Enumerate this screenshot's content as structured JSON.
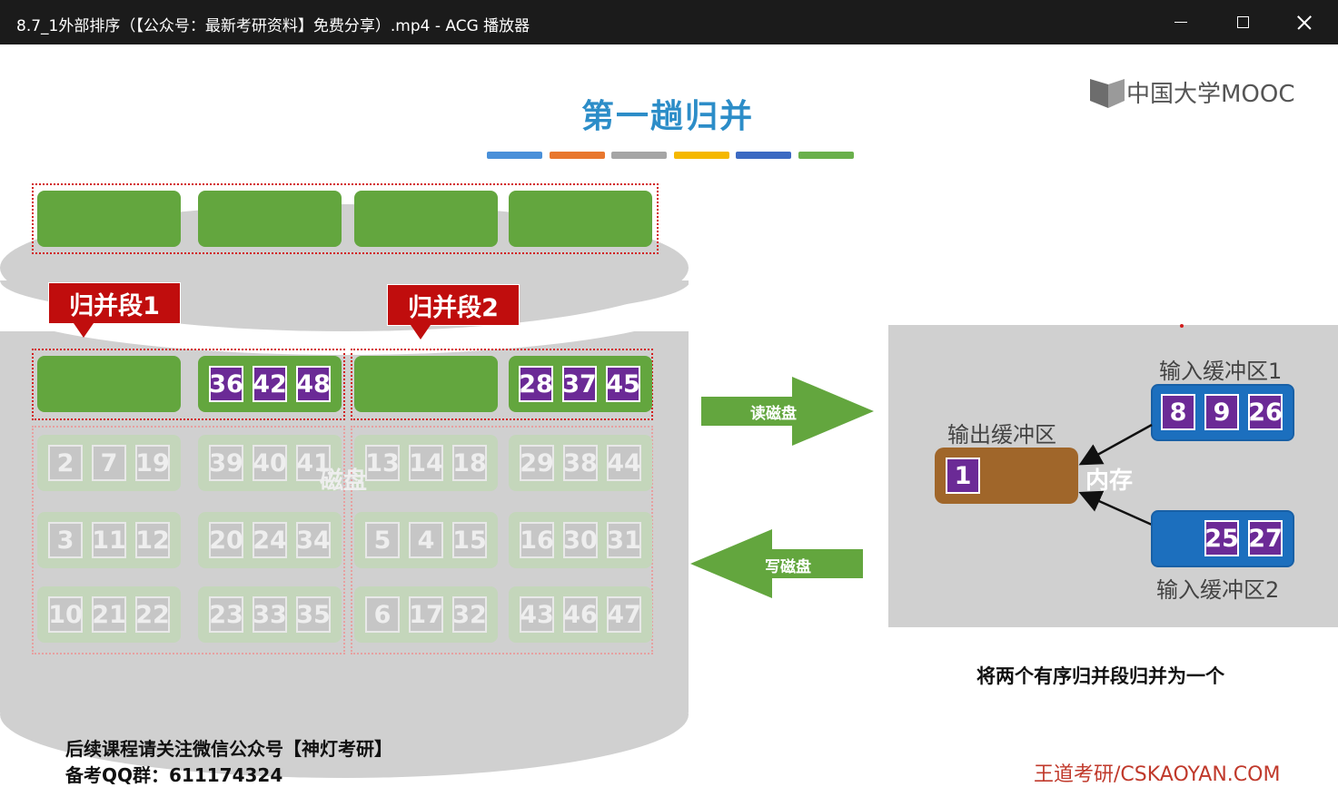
{
  "window": {
    "title": "8.7_1外部排序（【公众号：最新考研资料】免费分享）.mp4 - ACG 播放器"
  },
  "slide": {
    "title": "第一趟归并",
    "logo_text": "中国大学MOOC",
    "bar_colors": [
      "#4a90d9",
      "#e8772e",
      "#a5a5a5",
      "#f5b800",
      "#3c6ac2",
      "#6ab04c"
    ],
    "disk_label": "磁盘",
    "callouts": [
      "归并段1",
      "归并段2"
    ],
    "segment1_row1": [
      "36",
      "42",
      "48"
    ],
    "segment2_row1": [
      "28",
      "37",
      "45"
    ],
    "faint_rows": [
      [
        [
          "2",
          "7",
          "19"
        ],
        [
          "39",
          "40",
          "41"
        ],
        [
          "13",
          "14",
          "18"
        ],
        [
          "29",
          "38",
          "44"
        ]
      ],
      [
        [
          "3",
          "11",
          "12"
        ],
        [
          "20",
          "24",
          "34"
        ],
        [
          "5",
          "4",
          "15"
        ],
        [
          "16",
          "30",
          "31"
        ]
      ],
      [
        [
          "10",
          "21",
          "22"
        ],
        [
          "23",
          "33",
          "35"
        ],
        [
          "6",
          "17",
          "32"
        ],
        [
          "43",
          "46",
          "47"
        ]
      ]
    ],
    "read_arrow": "读磁盘",
    "write_arrow": "写磁盘",
    "memory": {
      "label": "内存",
      "output_buffer_label": "输出缓冲区",
      "output_values": [
        "1"
      ],
      "input1_label": "输入缓冲区1",
      "input1_values": [
        "8",
        "9",
        "26"
      ],
      "input2_label": "输入缓冲区2",
      "input2_values": [
        "25",
        "27"
      ]
    },
    "caption": "将两个有序归并段归并为一个",
    "footer_line1": "后续课程请关注微信公众号【神灯考研】",
    "footer_line2": "备考QQ群：611174324",
    "brand": "王道考研/CSKAOYAN.COM"
  }
}
